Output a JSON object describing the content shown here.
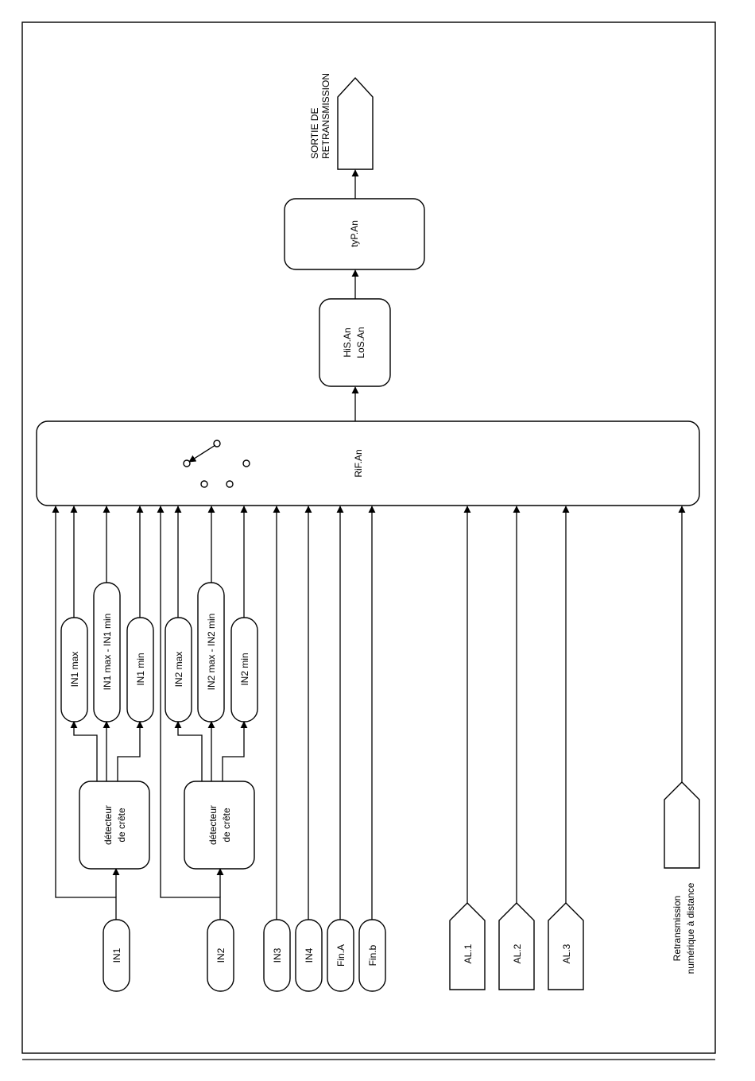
{
  "output": {
    "line1": "SORTIE DE",
    "line2": "RETRANSMISSION"
  },
  "blocks": {
    "typ_an": "tyP.An",
    "his_an": "HiS.An",
    "los_an": "LoS.An",
    "rif_an": "RiF.An"
  },
  "peak": {
    "in1": {
      "line1": "détecteur",
      "line2": "de crête",
      "max": "IN1 max",
      "diff": "IN1 max - IN1 min",
      "min": "IN1 min"
    },
    "in2": {
      "line1": "détecteur",
      "line2": "de crête",
      "max": "IN2 max",
      "diff": "IN2 max - IN2 min",
      "min": "IN2 min"
    }
  },
  "inputs": {
    "in1": "IN1",
    "in2": "IN2",
    "in3": "IN3",
    "in4": "IN4",
    "fin_a": "Fin.A",
    "fin_b": "Fin.b"
  },
  "alarms": {
    "al1": "AL.1",
    "al2": "AL.2",
    "al3": "AL.3"
  },
  "remote": {
    "line1": "Retransmission",
    "line2": "numérique à distance"
  }
}
